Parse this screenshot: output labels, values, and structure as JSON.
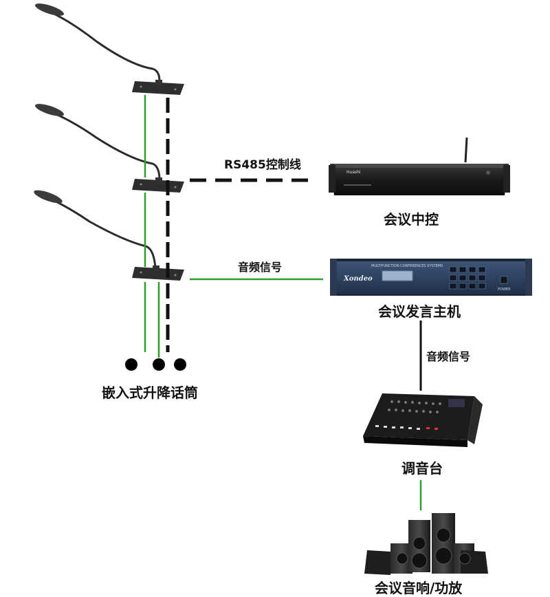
{
  "labels": {
    "rs485_line": "RS485控制线",
    "central_control": "会议中控",
    "audio_signal_1": "音频信号",
    "host": "会议发言主机",
    "audio_signal_2": "音频信号",
    "mixer": "调音台",
    "speakers": "会议音响/功放",
    "microphones": "嵌入式升降话筒"
  },
  "devices": {
    "central_brand": "Huashi",
    "host_brand": "Xondeo",
    "host_panel_title": "MULTIFUNCTION CONFERENCES SYSTEMS",
    "host_power_label": "POWER"
  },
  "colors": {
    "audio_line": "#2e9e2e",
    "control_line": "#111111",
    "device_body": "#1b1b1b",
    "host_panel": "#2c3f5c"
  }
}
